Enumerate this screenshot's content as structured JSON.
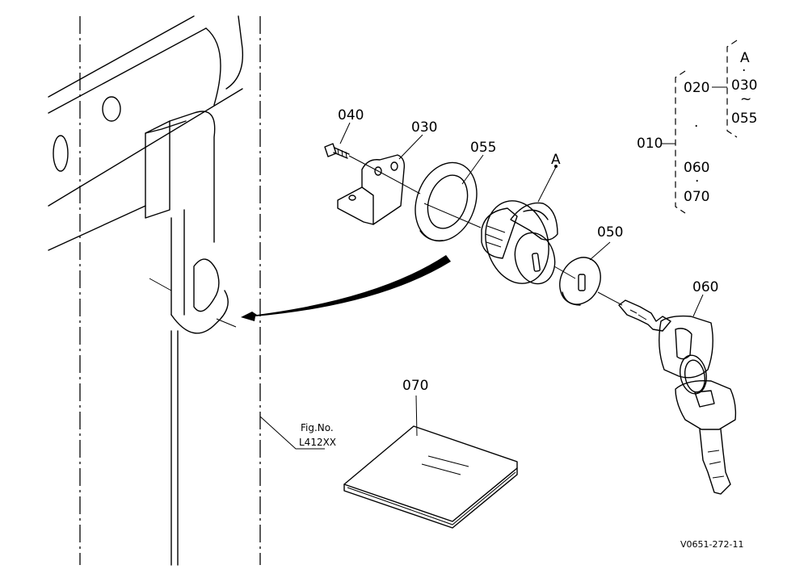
{
  "callouts": {
    "p040": "040",
    "p030": "030",
    "p055": "055",
    "pA": "A",
    "p050": "050",
    "p060": "060",
    "p070": "070"
  },
  "legend": {
    "parent": "010",
    "child_020": "020",
    "dot": "·",
    "child_060": "060",
    "child_070": "070",
    "group_A": "A",
    "range_start": "030",
    "range_tilde": "~",
    "range_end": "055"
  },
  "fig": {
    "label": "Fig.No.",
    "number": "L412XX"
  },
  "drawing_code": "V0651-272-11"
}
